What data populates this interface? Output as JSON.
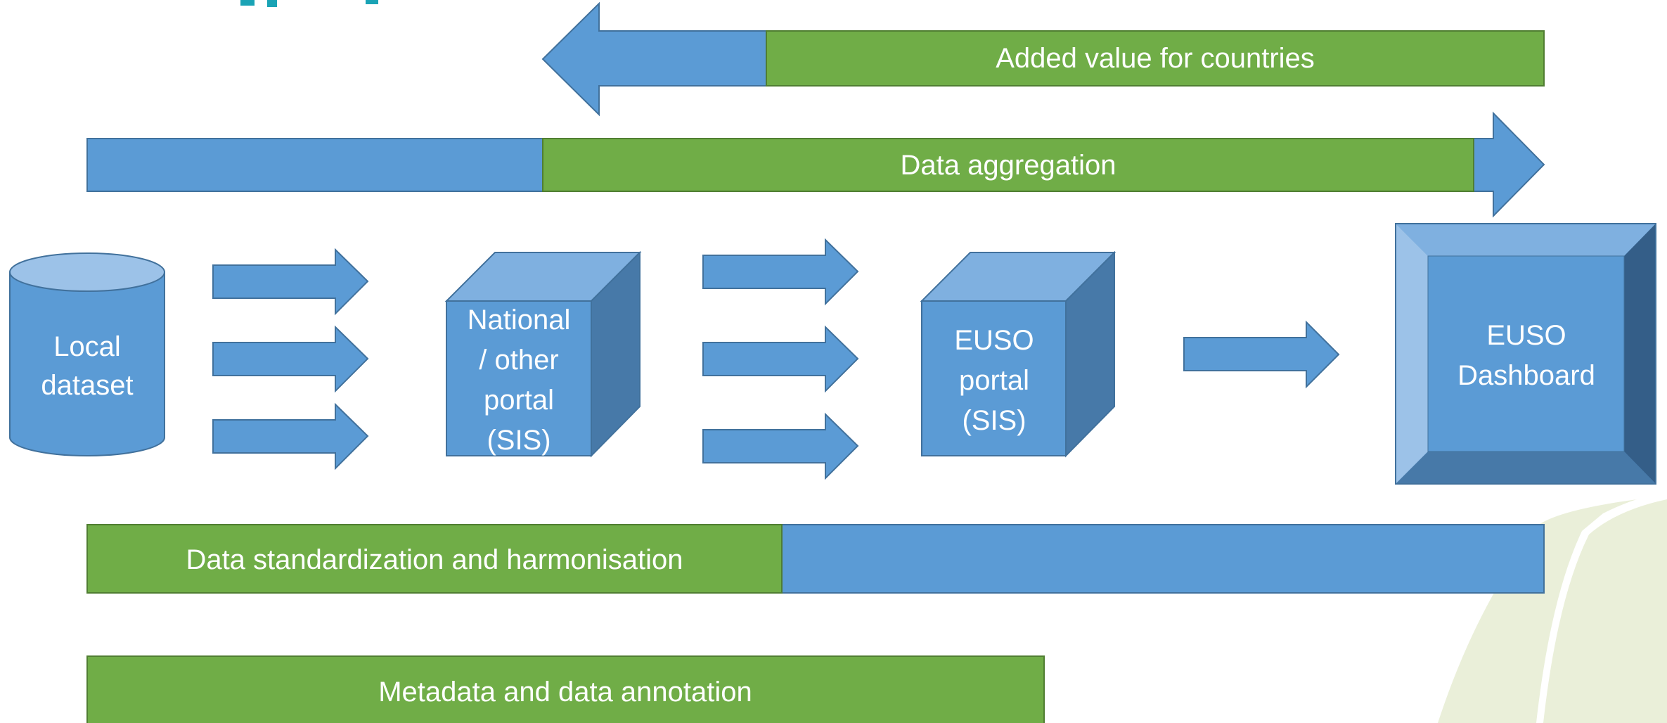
{
  "bars": {
    "added_value": "Added value for countries",
    "aggregation": "Data aggregation",
    "standardization": "Data standardization and harmonisation",
    "metadata": "Metadata and data annotation"
  },
  "nodes": {
    "local_dataset": [
      "Local",
      "dataset"
    ],
    "national_portal": [
      "National",
      "/ other",
      "portal",
      "(SIS)"
    ],
    "euso_portal": [
      "EUSO",
      "portal",
      "(SIS)"
    ],
    "euso_dashboard": [
      "EUSO",
      "Dashboard"
    ]
  },
  "colors": {
    "blue": "#5b9bd5",
    "blue_light": "#7fb0e0",
    "blue_dark": "#4779a8",
    "green": "#70ad47",
    "green_border": "#507e32",
    "accent_teal": "#1aa3b5",
    "background_shape": "#eaefd9"
  }
}
